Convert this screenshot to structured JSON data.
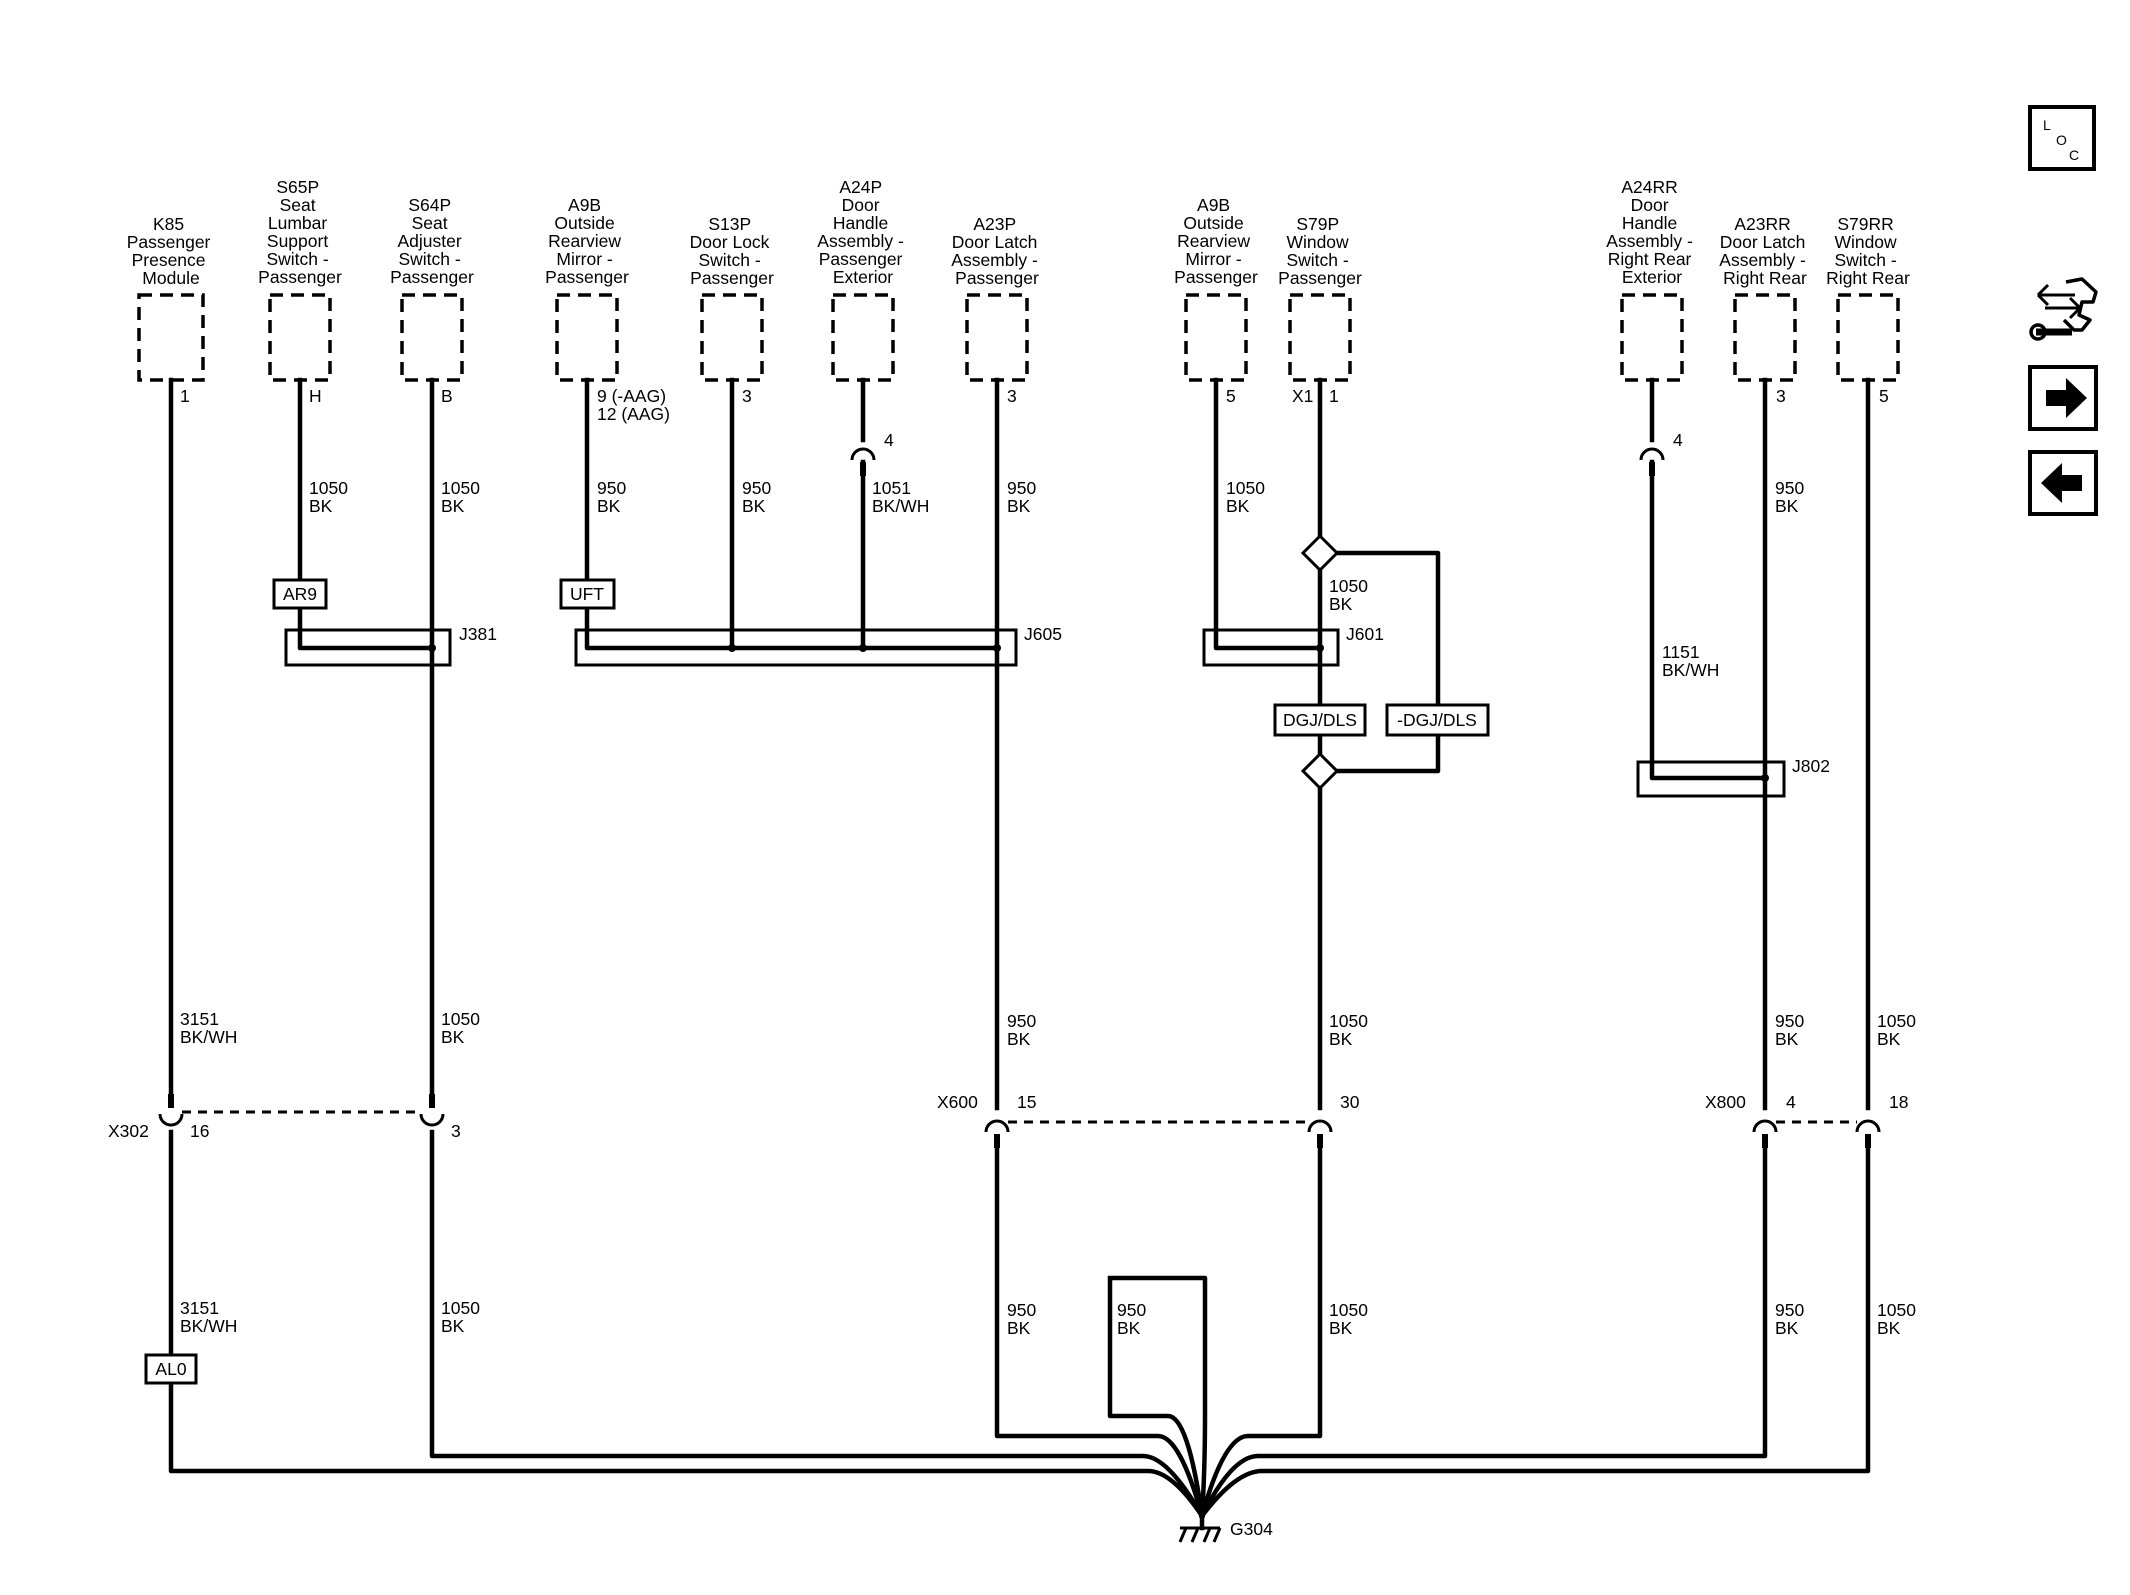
{
  "components": [
    {
      "id": "k85",
      "lines": [
        "K85",
        "Passenger",
        "Presence",
        "Module"
      ],
      "pin": "1"
    },
    {
      "id": "s65p",
      "lines": [
        "S65P",
        "Seat",
        "Lumbar",
        "Support",
        "Switch -",
        "Passenger"
      ],
      "pin": "H"
    },
    {
      "id": "s64p",
      "lines": [
        "S64P",
        "Seat",
        "Adjuster",
        "Switch -",
        "Passenger"
      ],
      "pin": "B"
    },
    {
      "id": "a9b-1",
      "lines": [
        "A9B",
        "Outside",
        "Rearview",
        "Mirror -",
        "Passenger"
      ],
      "pin": "9 (-AAG)",
      "pin2": "12 (AAG)"
    },
    {
      "id": "s13p",
      "lines": [
        "S13P",
        "Door Lock",
        "Switch -",
        "Passenger"
      ],
      "pin": "3"
    },
    {
      "id": "a24p",
      "lines": [
        "A24P",
        "Door",
        "Handle",
        "Assembly -",
        "Passenger",
        "Exterior"
      ],
      "pin": "4"
    },
    {
      "id": "a23p",
      "lines": [
        "A23P",
        "Door Latch",
        "Assembly -",
        "Passenger"
      ],
      "pin": "3"
    },
    {
      "id": "a9b-2",
      "lines": [
        "A9B",
        "Outside",
        "Rearview",
        "Mirror -",
        "Passenger"
      ],
      "pin": "5"
    },
    {
      "id": "s79p",
      "lines": [
        "S79P",
        "Window",
        "Switch -",
        "Passenger"
      ],
      "pin": "X1",
      "pin2": "1"
    },
    {
      "id": "a24rr",
      "lines": [
        "A24RR",
        "Door",
        "Handle",
        "Assembly -",
        "Right Rear",
        "Exterior"
      ],
      "pin": "4"
    },
    {
      "id": "a23rr",
      "lines": [
        "A23RR",
        "Door Latch",
        "Assembly -",
        "Right Rear"
      ],
      "pin": "3"
    },
    {
      "id": "s79rr",
      "lines": [
        "S79RR",
        "Window",
        "Switch -",
        "Right Rear"
      ],
      "pin": "5"
    }
  ],
  "wire_labels": [
    {
      "id": "w-s65p",
      "gauge": "1050",
      "color": "BK"
    },
    {
      "id": "w-s64p-top",
      "gauge": "1050",
      "color": "BK"
    },
    {
      "id": "w-a9b1",
      "gauge": "950",
      "color": "BK"
    },
    {
      "id": "w-s13p",
      "gauge": "950",
      "color": "BK"
    },
    {
      "id": "w-a24p",
      "gauge": "1051",
      "color": "BK/WH"
    },
    {
      "id": "w-a23p-top",
      "gauge": "950",
      "color": "BK"
    },
    {
      "id": "w-a9b2",
      "gauge": "1050",
      "color": "BK"
    },
    {
      "id": "w-s79p-top",
      "gauge": "1050",
      "color": "BK"
    },
    {
      "id": "w-a24rr",
      "gauge": "1151",
      "color": "BK/WH"
    },
    {
      "id": "w-a23rr-top",
      "gauge": "950",
      "color": "BK"
    },
    {
      "id": "w-k85-mid",
      "gauge": "3151",
      "color": "BK/WH"
    },
    {
      "id": "w-s64p-mid",
      "gauge": "1050",
      "color": "BK"
    },
    {
      "id": "w-a23p-mid",
      "gauge": "950",
      "color": "BK"
    },
    {
      "id": "w-s79p-mid",
      "gauge": "1050",
      "color": "BK"
    },
    {
      "id": "w-a23rr-mid",
      "gauge": "950",
      "color": "BK"
    },
    {
      "id": "w-s79rr-mid",
      "gauge": "1050",
      "color": "BK"
    },
    {
      "id": "w-k85-bot",
      "gauge": "3151",
      "color": "BK/WH"
    },
    {
      "id": "w-s64p-bot",
      "gauge": "1050",
      "color": "BK"
    },
    {
      "id": "w-a23p-bot",
      "gauge": "950",
      "color": "BK"
    },
    {
      "id": "w-loop",
      "gauge": "950",
      "color": "BK"
    },
    {
      "id": "w-s79p-bot",
      "gauge": "1050",
      "color": "BK"
    },
    {
      "id": "w-a23rr-bot",
      "gauge": "950",
      "color": "BK"
    },
    {
      "id": "w-s79rr-bot",
      "gauge": "1050",
      "color": "BK"
    }
  ],
  "option_boxes": {
    "ar9": "AR9",
    "uft": "UFT",
    "al0": "AL0",
    "dgj": "DGJ/DLS",
    "ndgj": "-DGJ/DLS"
  },
  "splices": {
    "j381": "J381",
    "j605": "J605",
    "j601": "J601",
    "j802": "J802"
  },
  "connectors": {
    "x302": {
      "name": "X302",
      "pins": [
        "16",
        "3"
      ]
    },
    "x600": {
      "name": "X600",
      "pins": [
        "15",
        "30"
      ]
    },
    "x800": {
      "name": "X800",
      "pins": [
        "4",
        "18"
      ]
    }
  },
  "ground": "G304",
  "nav": {
    "loc": [
      "L",
      "O",
      "C"
    ]
  }
}
